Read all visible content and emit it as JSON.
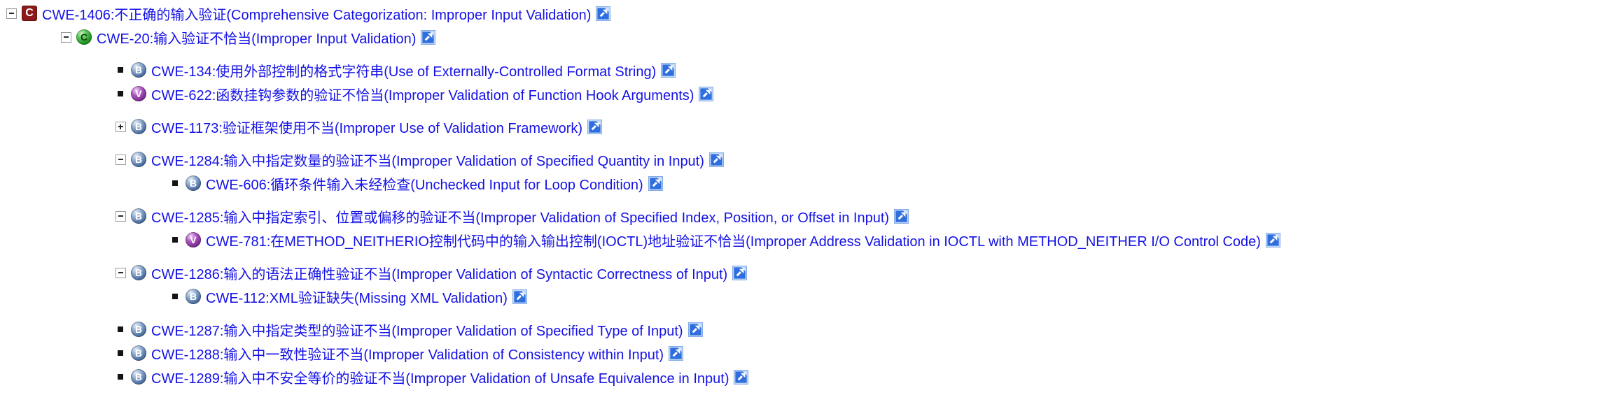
{
  "page": {
    "background": "#ffffff"
  },
  "link_color": "#1512e6",
  "badge_styles": {
    "category": {
      "letter": "C",
      "shape": "square",
      "bg": "#8c1a1a",
      "fg": "#ffffff"
    },
    "class": {
      "letter": "C",
      "shape": "circle",
      "bg": "#1f9320",
      "fg": "#0a3d0a"
    },
    "base": {
      "letter": "B",
      "shape": "circle",
      "bg": "#486b9e",
      "fg": "#ffffff"
    },
    "variant": {
      "letter": "V",
      "shape": "circle",
      "bg": "#7d2b91",
      "fg": "#ffffff"
    }
  },
  "external_link_icon": {
    "name": "external-link",
    "frame": "#7fa9e6",
    "fill": "#2e6ede",
    "arrow": "#ffffff"
  },
  "tree": [
    {
      "id": "CWE-1406",
      "level": 1,
      "marker": "collapse",
      "type": "category",
      "gap": false,
      "label": "CWE-1406:不正确的输入验证(Comprehensive Categorization: Improper Input Validation)",
      "external_link": true
    },
    {
      "id": "CWE-20",
      "level": 2,
      "marker": "collapse",
      "type": "class",
      "gap": false,
      "label": "CWE-20:输入验证不恰当(Improper Input Validation)",
      "external_link": true
    },
    {
      "id": "CWE-134",
      "level": 3,
      "marker": "bullet",
      "type": "base",
      "gap": true,
      "label": "CWE-134:使用外部控制的格式字符串(Use of Externally-Controlled Format String)",
      "external_link": true
    },
    {
      "id": "CWE-622",
      "level": 3,
      "marker": "bullet",
      "type": "variant",
      "gap": false,
      "label": "CWE-622:函数挂钩参数的验证不恰当(Improper Validation of Function Hook Arguments)",
      "external_link": true
    },
    {
      "id": "CWE-1173",
      "level": 3,
      "marker": "expand",
      "type": "base",
      "gap": true,
      "label": "CWE-1173:验证框架使用不当(Improper Use of Validation Framework)",
      "external_link": true
    },
    {
      "id": "CWE-1284",
      "level": 3,
      "marker": "collapse",
      "type": "base",
      "gap": true,
      "label": "CWE-1284:输入中指定数量的验证不当(Improper Validation of Specified Quantity in Input)",
      "external_link": true
    },
    {
      "id": "CWE-606",
      "level": 4,
      "marker": "bullet",
      "type": "base",
      "gap": false,
      "label": "CWE-606:循环条件输入未经检查(Unchecked Input for Loop Condition)",
      "external_link": true
    },
    {
      "id": "CWE-1285",
      "level": 3,
      "marker": "collapse",
      "type": "base",
      "gap": true,
      "label": "CWE-1285:输入中指定索引、位置或偏移的验证不当(Improper Validation of Specified Index, Position, or Offset in Input)",
      "external_link": true
    },
    {
      "id": "CWE-781",
      "level": 4,
      "marker": "bullet",
      "type": "variant",
      "gap": false,
      "label": "CWE-781:在METHOD_NEITHERIO控制代码中的输入输出控制(IOCTL)地址验证不恰当(Improper Address Validation in IOCTL with METHOD_NEITHER I/O Control Code)",
      "external_link": true
    },
    {
      "id": "CWE-1286",
      "level": 3,
      "marker": "collapse",
      "type": "base",
      "gap": true,
      "label": "CWE-1286:输入的语法正确性验证不当(Improper Validation of Syntactic Correctness of Input)",
      "external_link": true
    },
    {
      "id": "CWE-112",
      "level": 4,
      "marker": "bullet",
      "type": "base",
      "gap": false,
      "label": "CWE-112:XML验证缺失(Missing XML Validation)",
      "external_link": true
    },
    {
      "id": "CWE-1287",
      "level": 3,
      "marker": "bullet",
      "type": "base",
      "gap": true,
      "label": "CWE-1287:输入中指定类型的验证不当(Improper Validation of Specified Type of Input)",
      "external_link": true
    },
    {
      "id": "CWE-1288",
      "level": 3,
      "marker": "bullet",
      "type": "base",
      "gap": false,
      "label": "CWE-1288:输入中一致性验证不当(Improper Validation of Consistency within Input)",
      "external_link": true
    },
    {
      "id": "CWE-1289",
      "level": 3,
      "marker": "bullet",
      "type": "base",
      "gap": false,
      "label": "CWE-1289:输入中不安全等价的验证不当(Improper Validation of Unsafe Equivalence in Input)",
      "external_link": true
    }
  ]
}
